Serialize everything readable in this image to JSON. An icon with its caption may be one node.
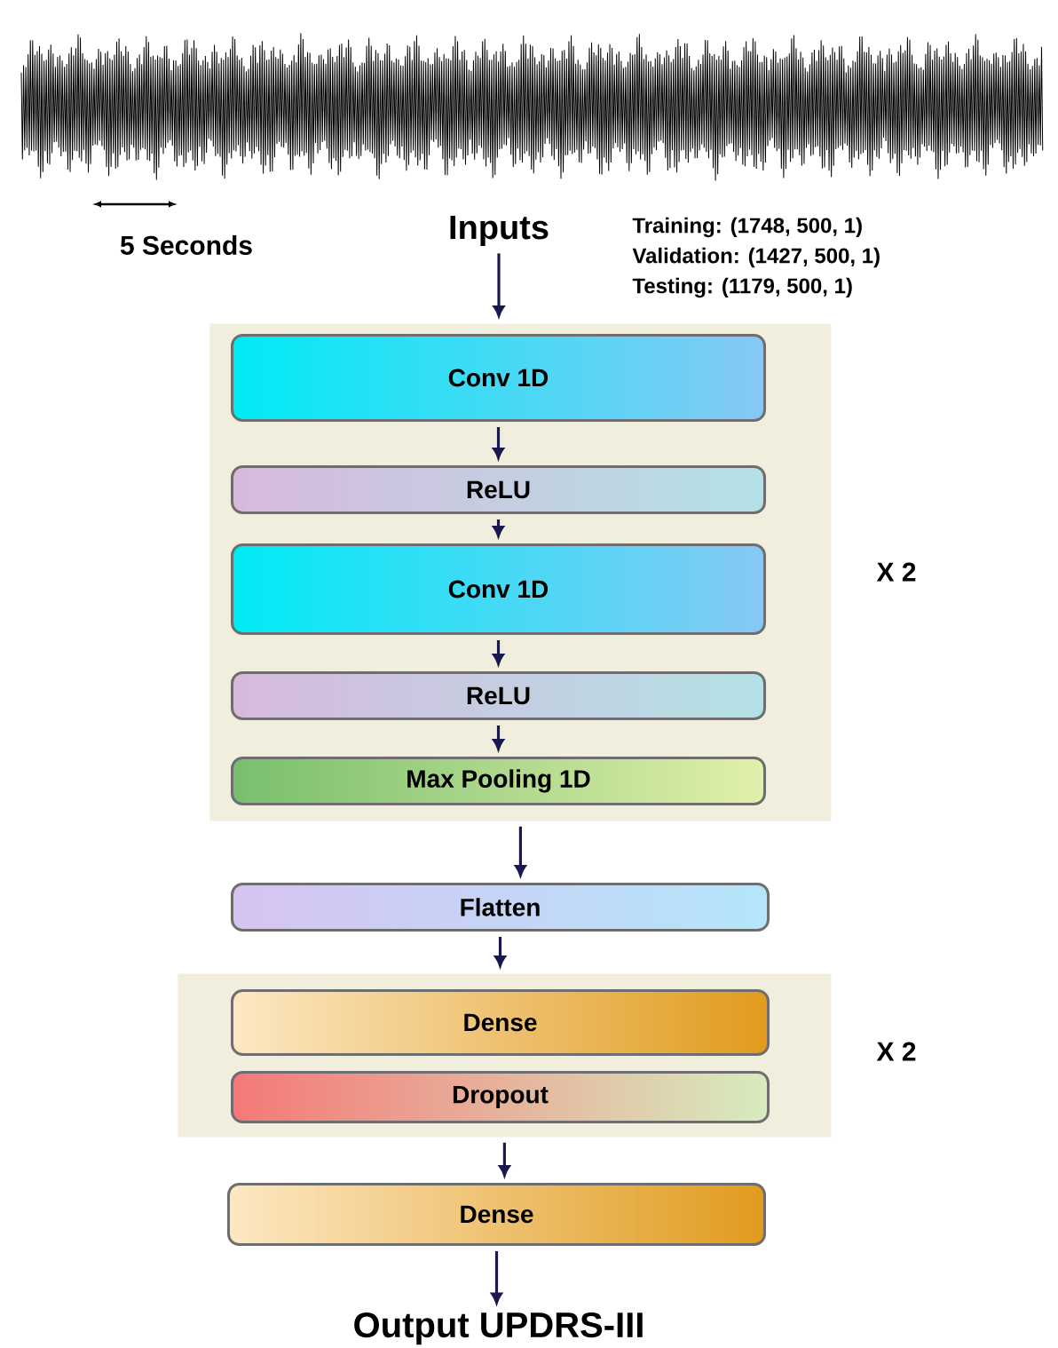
{
  "diagram": {
    "nodes": [
      {
        "text": [
          "Inputs"
        ]
      },
      {
        "text": [],
        "shape": "box",
        "beside": [
          "X 2"
        ]
      },
      {
        "text": [
          "Conv 1D"
        ],
        "in": 1
      },
      {
        "text": [
          "ReLU"
        ],
        "in": 1
      },
      {
        "text": [
          "Conv 1D"
        ],
        "in": 1
      },
      {
        "text": [
          "ReLU"
        ],
        "in": 1
      },
      {
        "text": [
          "Max Pooling 1D"
        ],
        "in": 1
      },
      {
        "text": [
          "Flatten"
        ]
      },
      {
        "text": [],
        "shape": "box",
        "beside": [
          "X 2"
        ]
      },
      {
        "text": [
          "Dense"
        ],
        "in": 8
      },
      {
        "text": [
          "Dropout"
        ],
        "in": 8
      },
      {
        "text": [
          "Dense"
        ]
      },
      {
        "text": [
          "Output UPDRS-III"
        ]
      }
    ],
    "edges": [
      {
        "from": 0,
        "to": 1,
        "arrow": "to"
      },
      {
        "from": 2,
        "to": 3,
        "arrow": "to"
      },
      {
        "from": 3,
        "to": 4,
        "arrow": "to"
      },
      {
        "from": 4,
        "to": 5,
        "arrow": "to"
      },
      {
        "from": 5,
        "to": 6,
        "arrow": "to"
      },
      {
        "from": 1,
        "to": 7,
        "arrow": "to"
      },
      {
        "from": 7,
        "to": 8,
        "arrow": "to"
      },
      {
        "from": 8,
        "to": 11,
        "arrow": "to"
      },
      {
        "from": 11,
        "to": 12,
        "arrow": "to"
      }
    ],
    "labels": [
      "5 Seconds",
      "Training: (1748, 500, 1)",
      "Validation: (1427, 500, 1)",
      "Testing: (1179, 500, 1)"
    ]
  }
}
